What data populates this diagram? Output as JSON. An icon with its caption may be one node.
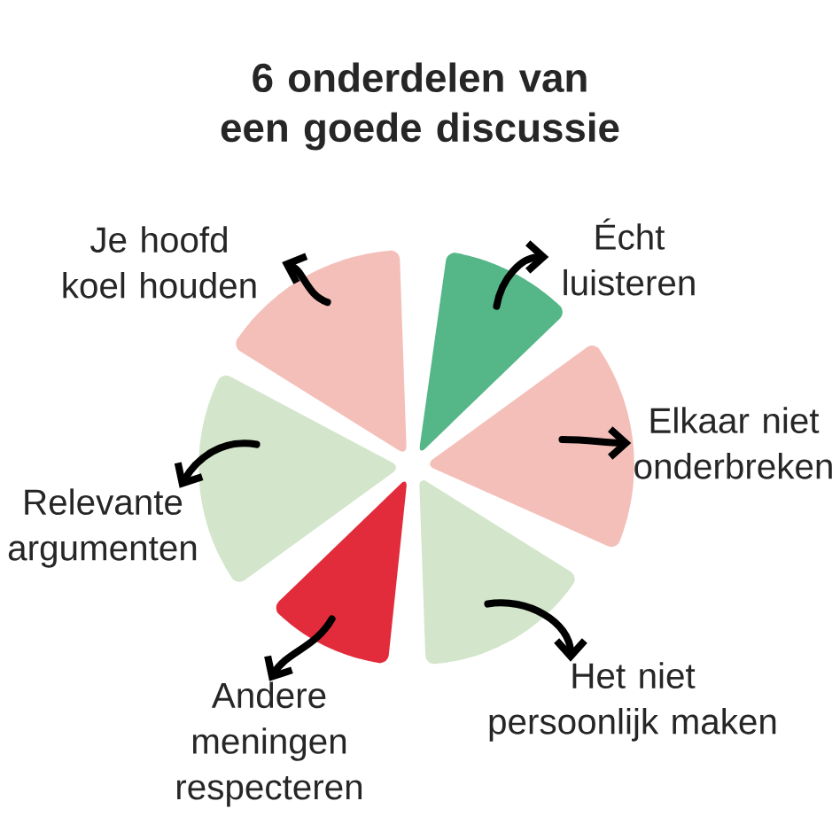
{
  "diagram": {
    "title": "6 onderdelen van een goede discussie",
    "nodes": [
      {
        "text": [
          "Je hoofd koel houden"
        ]
      },
      {
        "text": [
          "Écht luisteren"
        ]
      },
      {
        "text": [
          "Elkaar niet onderbreken"
        ]
      },
      {
        "text": [
          "Relevante argumenten"
        ]
      },
      {
        "text": [
          "Het niet persoonlijk maken"
        ]
      },
      {
        "text": [
          "Andere meningen respecteren"
        ]
      },
      {
        "text": [],
        "shape": "slice"
      },
      {
        "text": [],
        "shape": "slice"
      },
      {
        "text": [],
        "shape": "slice"
      },
      {
        "text": [],
        "shape": "slice"
      },
      {
        "text": [],
        "shape": "slice"
      },
      {
        "text": [],
        "shape": "slice"
      }
    ],
    "edges": [
      {
        "from": 6,
        "to": 0,
        "arrow": "to"
      },
      {
        "from": 7,
        "to": 1,
        "arrow": "to"
      },
      {
        "from": 8,
        "to": 2,
        "arrow": "to"
      },
      {
        "from": 9,
        "to": 3,
        "arrow": "to"
      },
      {
        "from": 10,
        "to": 4,
        "arrow": "to"
      },
      {
        "from": 11,
        "to": 5,
        "arrow": "to"
      }
    ]
  }
}
